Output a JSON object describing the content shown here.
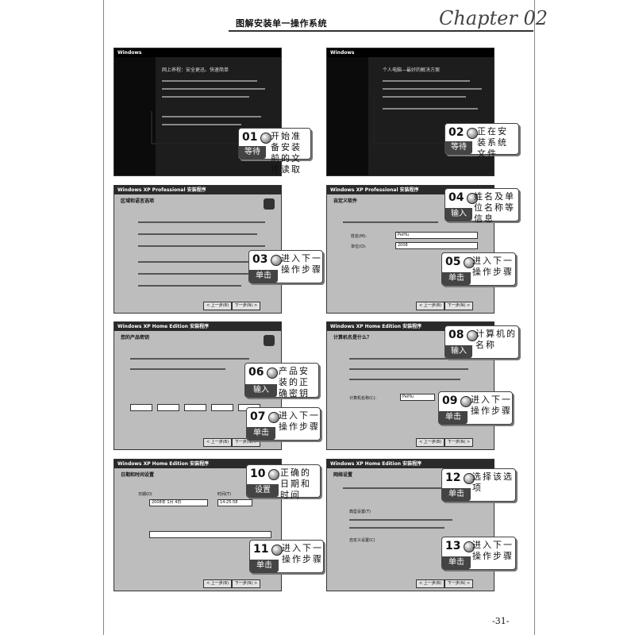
{
  "header": {
    "title": "图解安装单一操作系统",
    "chapter": "Chapter 02"
  },
  "page_number": "-31-",
  "screenshots": [
    {
      "title": "Windows",
      "dark": true,
      "lines": [
        "网上养程：安全更迅、快速简单"
      ]
    },
    {
      "title": "Windows",
      "dark": true,
      "lines": [
        "个人电脑—最好的解决方案"
      ]
    },
    {
      "title": "Windows XP Professional 安装程序",
      "dark": false,
      "section": "区域和语言选项",
      "buttons": [
        "< 上一步(B)",
        "下一步(N) >"
      ]
    },
    {
      "title": "Windows XP Professional 安装程序",
      "dark": false,
      "section": "自定义软件",
      "fields": [
        {
          "label": "姓名(M):",
          "value": "PeiHu"
        },
        {
          "label": "单位(O):",
          "value": "2008"
        }
      ],
      "buttons": [
        "< 上一步(B)",
        "下一步(N) >"
      ]
    },
    {
      "title": "Windows XP Home Edition 安装程序",
      "dark": false,
      "section": "您的产品密钥",
      "buttons": [
        "< 上一步(B)",
        "下一步(N) >"
      ]
    },
    {
      "title": "Windows XP Home Edition 安装程序",
      "dark": false,
      "section": "计算机名是什么？",
      "fields": [
        {
          "label": "计算机名称(C):",
          "value": "PeiHu"
        }
      ],
      "buttons": [
        "< 上一步(B)",
        "下一步(N) >"
      ]
    },
    {
      "title": "Windows XP Home Edition 安装程序",
      "dark": false,
      "section": "日期和时间设置",
      "fields": [
        {
          "label": "日期(D)",
          "value": "2008年 1月 4日"
        },
        {
          "label": "时间(T)",
          "value": "14:25:58"
        }
      ],
      "buttons": [
        "< 上一步(B)",
        "下一步(N) >"
      ]
    },
    {
      "title": "Windows XP Home Edition 安装程序",
      "dark": false,
      "section": "网络设置",
      "options": [
        "典型设置(T)",
        "自定义设置(C)"
      ],
      "buttons": [
        "< 上一步(B)",
        "下一步(N) >"
      ]
    }
  ],
  "callouts": [
    {
      "num": "01",
      "action": "等待",
      "desc": "开始准备安装前的文件读取"
    },
    {
      "num": "02",
      "action": "等待",
      "desc": "正在安装系统文件"
    },
    {
      "num": "03",
      "action": "单击",
      "desc": "进入下一操作步骤"
    },
    {
      "num": "04",
      "action": "输入",
      "desc": "姓名及单位名称等信息"
    },
    {
      "num": "05",
      "action": "单击",
      "desc": "进入下一操作步骤"
    },
    {
      "num": "06",
      "action": "输入",
      "desc": "产品安装的正确密钥"
    },
    {
      "num": "07",
      "action": "单击",
      "desc": "进入下一操作步骤"
    },
    {
      "num": "08",
      "action": "输入",
      "desc": "计算机的名称"
    },
    {
      "num": "09",
      "action": "单击",
      "desc": "进入下一操作步骤"
    },
    {
      "num": "10",
      "action": "设置",
      "desc": "正确的日期和时间"
    },
    {
      "num": "11",
      "action": "单击",
      "desc": "进入下一操作步骤"
    },
    {
      "num": "12",
      "action": "单击",
      "desc": "选择该选项"
    },
    {
      "num": "13",
      "action": "单击",
      "desc": "进入下一操作步骤"
    }
  ]
}
